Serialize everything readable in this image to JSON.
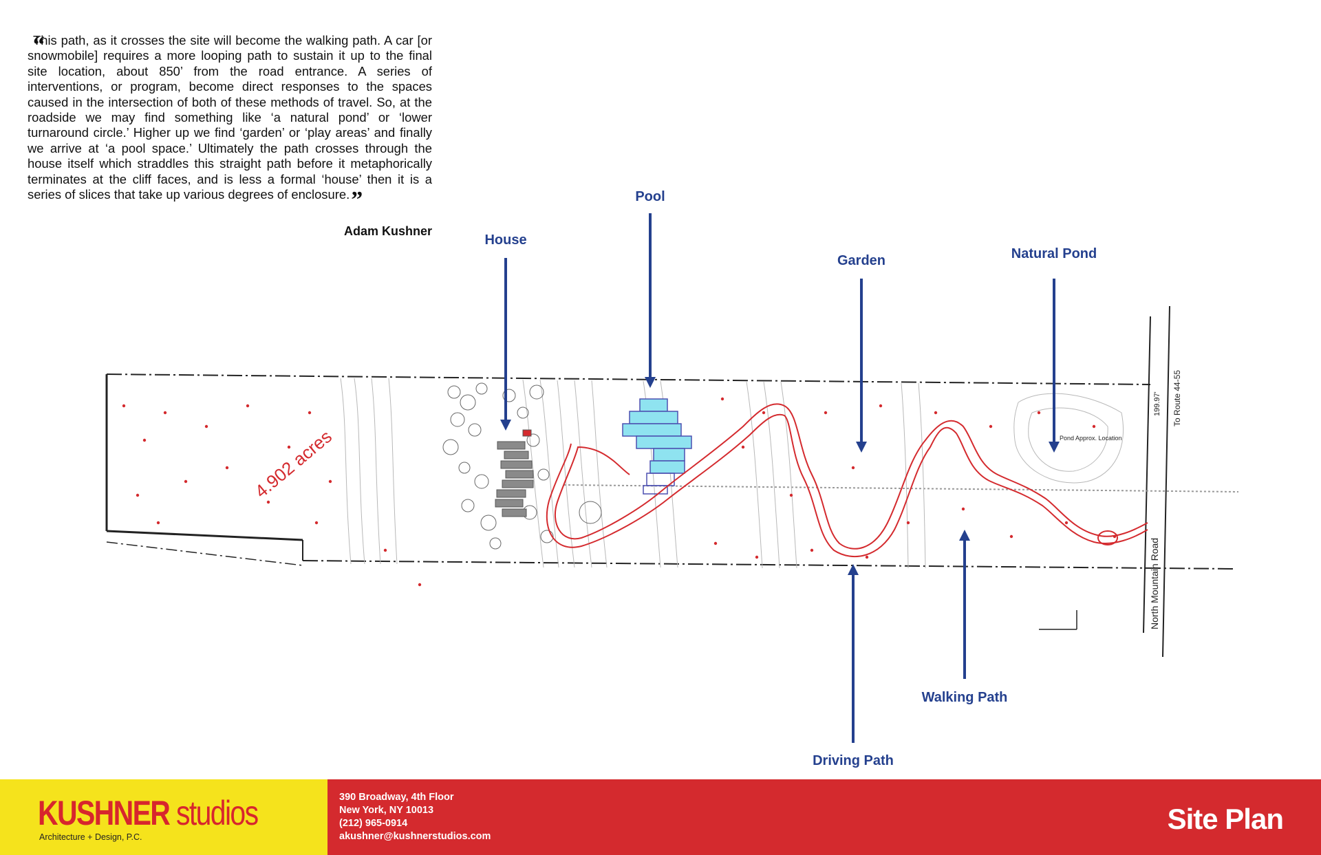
{
  "quote": {
    "open_mark": "“",
    "text": "This path, as it crosses the site will become the walking path. A car [or snowmobile] requires a more looping path to sustain it up to the final site location, about 850’ from the road entrance. A series of interventions, or program, become direct responses to the spaces caused in the intersection of both of these methods of travel. So, at the roadside we may find something like ‘a natural pond’ or ‘lower turnaround circle.’ Higher up we find ‘garden’ or ‘play areas’ and finally we arrive at ‘a pool space.’ Ultimately the path crosses through the house itself which straddles this straight path before it metaphorically terminates at the cliff faces, and is less a formal ‘house’ then it is a series of slices that take up various degrees of enclosure.",
    "close_mark": "”",
    "author": "Adam Kushner"
  },
  "site_plan": {
    "labels": {
      "house": "House",
      "pool": "Pool",
      "garden": "Garden",
      "natural_pond": "Natural Pond",
      "walking_path": "Walking Path",
      "driving_path": "Driving Path"
    },
    "acreage": "4.902 acres",
    "road_name": "North Mountain Road",
    "route_note": "To Route 44-55",
    "pond_note": "Pond Approx. Location",
    "dimension_note": "199.97'",
    "colors": {
      "label_blue": "#24408e",
      "path_red": "#d42a2e",
      "pool_cyan": "#8fe3f0",
      "pool_outline": "#4b4fb0",
      "house_gray": "#8a8a8a"
    }
  },
  "footer": {
    "brand_name": "KUSHNER",
    "brand_sub": "studios",
    "tagline": "Architecture + Design, P.C.",
    "address_line1": "390 Broadway, 4th Floor",
    "address_line2": "New York, NY 10013",
    "phone": "(212) 965-0914",
    "email": "akushner@kushnerstudios.com",
    "sheet_title": "Site Plan",
    "colors": {
      "brand_yellow": "#f5e31c",
      "brand_red": "#d42a2e"
    }
  }
}
